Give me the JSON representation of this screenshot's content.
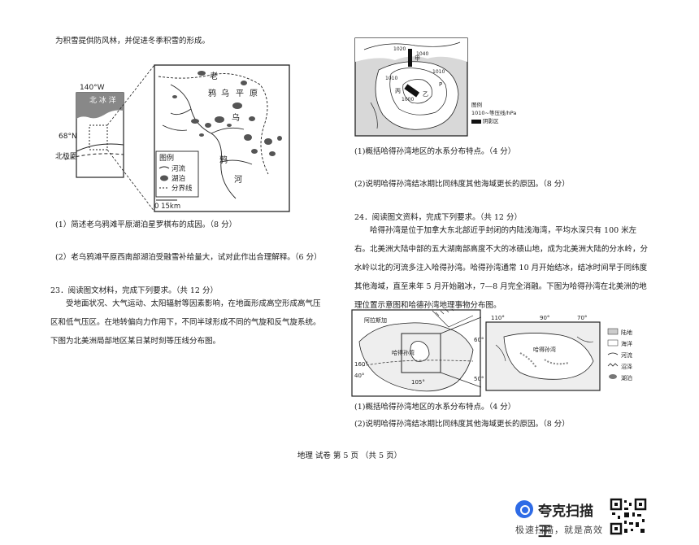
{
  "left": {
    "intro_line": "为积雪提供防风林，并促进冬季积雪的形成。",
    "fig1": {
      "lon_label": "140°W",
      "lat_label": "68°N",
      "arctic_circle_label": "北极圈",
      "ocean_label": "北 冰 洋",
      "place_labels": [
        "老",
        "乌",
        "鸦",
        "平",
        "原",
        "乌",
        "鸦",
        "河"
      ],
      "legend_title": "图例",
      "legend_items": [
        "河流",
        "湖泊",
        "分界线"
      ],
      "scale_label": "0    15km"
    },
    "q1": "(1）简述老乌鸦滩平原湖泊星罗棋布的成因。（8 分）",
    "q2": "(2）老乌鸦滩平原西南部湖泊受融雪补给量大，试对此作出合理解释。（6 分）",
    "q23_title": "23．阅读图文材料，完成下列要求。（共 12 分）",
    "q23_para": "受地面状况、大气运动、太阳辐射等因素影响，在地面形成高空形成高气压区和低气压区。在地转偏向力作用下，不同半球形成不同的气旋和反气旋系统。下图为北美洲局部地区某日某时刻等压线分布图。"
  },
  "right": {
    "fig2": {
      "isobars": [
        "1020",
        "1010",
        "1000",
        "1040",
        "1010"
      ],
      "markers": [
        "甲",
        "乙",
        "丙",
        "P"
      ],
      "legend_title": "图例",
      "legend_items": [
        "1010~等压线/hPa",
        "阴影区"
      ]
    },
    "q1": "(1)概括哈得孙湾地区的水系分布特点。（4 分）",
    "q2": "(2)说明哈得孙湾结冰期比同纬度其他海域更长的原因。（8 分）",
    "q24_title": "24．阅读图文资料，完成下列要求。（共 12 分）",
    "q24_para": "哈得孙湾是位于加拿大东北部近乎封闭的内陆浅海湾，平均水深只有 100 米左右。北美洲大陆中部的五大湖南部高度不大的冰碛山地，成为北美洲大陆的分水岭，分水岭以北的河流多注入哈得孙湾。哈得孙湾通常 10 月开始结冰，结冰时间早于同纬度其他海域，直至来年 5 月开始融冰，7—8 月完全消融。下图为哈得孙湾在北美洲的地理位置示意图和哈德孙湾地理事物分布图。",
    "fig3a": {
      "labels": [
        "阿拉斯加",
        "哈得孙湾",
        "160°",
        "40°",
        "105°"
      ]
    },
    "fig3b": {
      "lon_labels": [
        "110°",
        "90°",
        "70°"
      ],
      "lat_labels": [
        "60°",
        "50°"
      ],
      "bay_label": "哈得孙湾",
      "legend_items": [
        "陆地",
        "海洋",
        "河流",
        "沼泽",
        "湖泊"
      ]
    }
  },
  "footer": "地理 试卷 第 5 页 （共 5 页）",
  "scanner": {
    "name": "夸克扫描王",
    "slogan": "极速扫描，就是高效"
  }
}
